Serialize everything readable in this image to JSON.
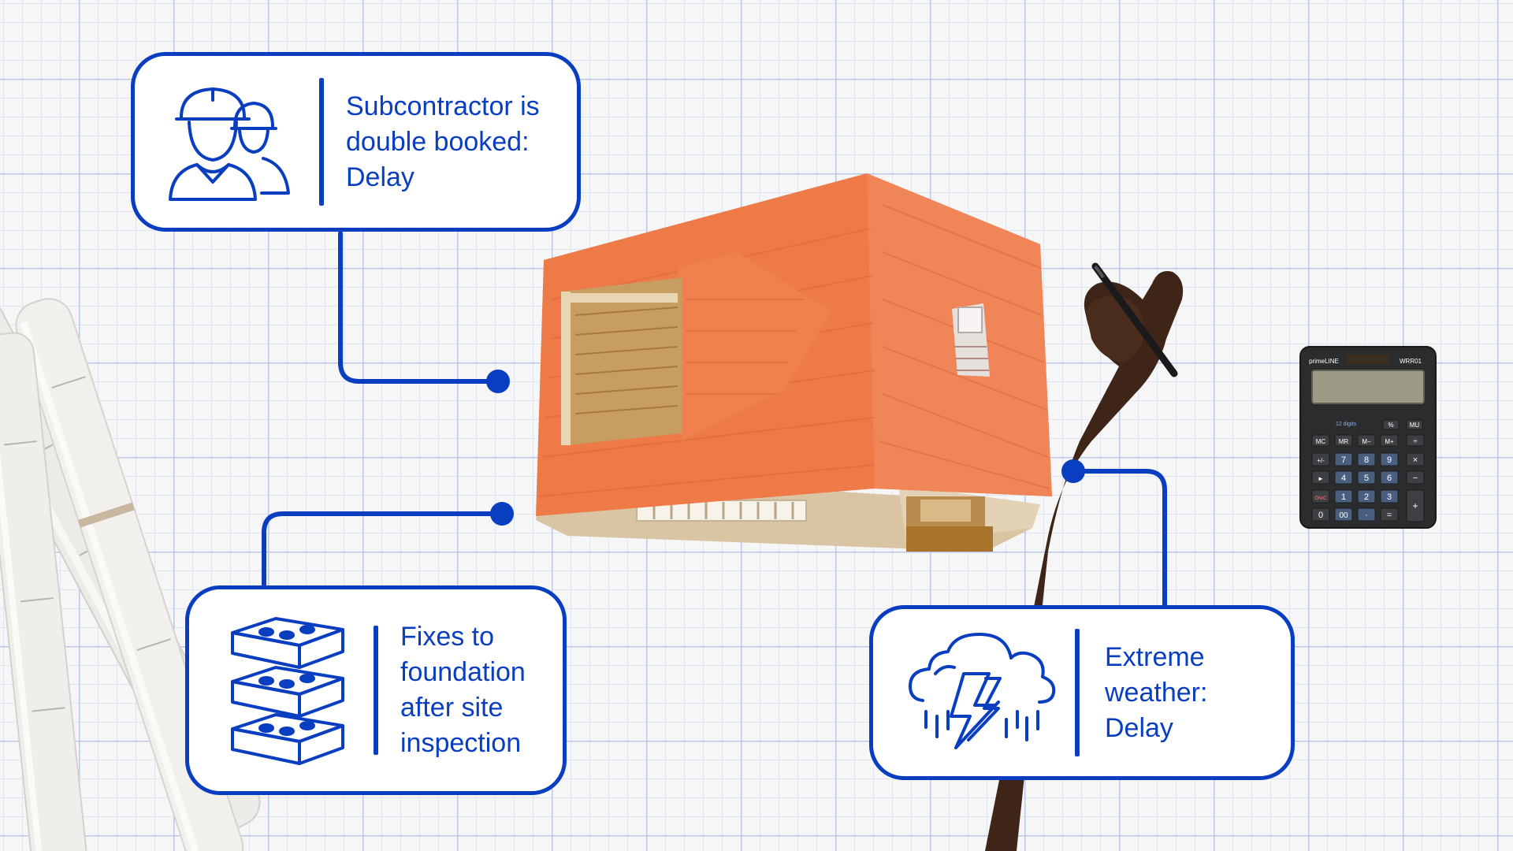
{
  "callouts": {
    "subcontractor": {
      "text": "Subcontractor is\ndouble booked:\nDelay",
      "icon": "construction-workers-icon"
    },
    "foundation": {
      "text": "Fixes to\nfoundation\nafter site\ninspection",
      "icon": "bricks-icon"
    },
    "weather": {
      "text": "Extreme\nweather:\nDelay",
      "icon": "storm-cloud-icon"
    }
  },
  "calculator": {
    "brand": "primeLINE",
    "model": "WRR01",
    "digits_label": "12 digits",
    "keys": [
      [
        "%",
        "MU"
      ],
      [
        "MC",
        "MR",
        "M−",
        "M+",
        "÷"
      ],
      [
        "+/-",
        "7",
        "8",
        "9",
        "×"
      ],
      [
        "►",
        "4",
        "5",
        "6",
        "−"
      ],
      [
        "ON/C",
        "1",
        "2",
        "3",
        "+"
      ],
      [
        "0",
        "00",
        "·",
        "="
      ]
    ]
  },
  "colors": {
    "accent": "#0a3ec1",
    "roof": "#ee7a48",
    "grid_major": "#b9c8e6",
    "grid_minor": "#dfe5f1",
    "calculator_body": "#2b2c2e"
  }
}
